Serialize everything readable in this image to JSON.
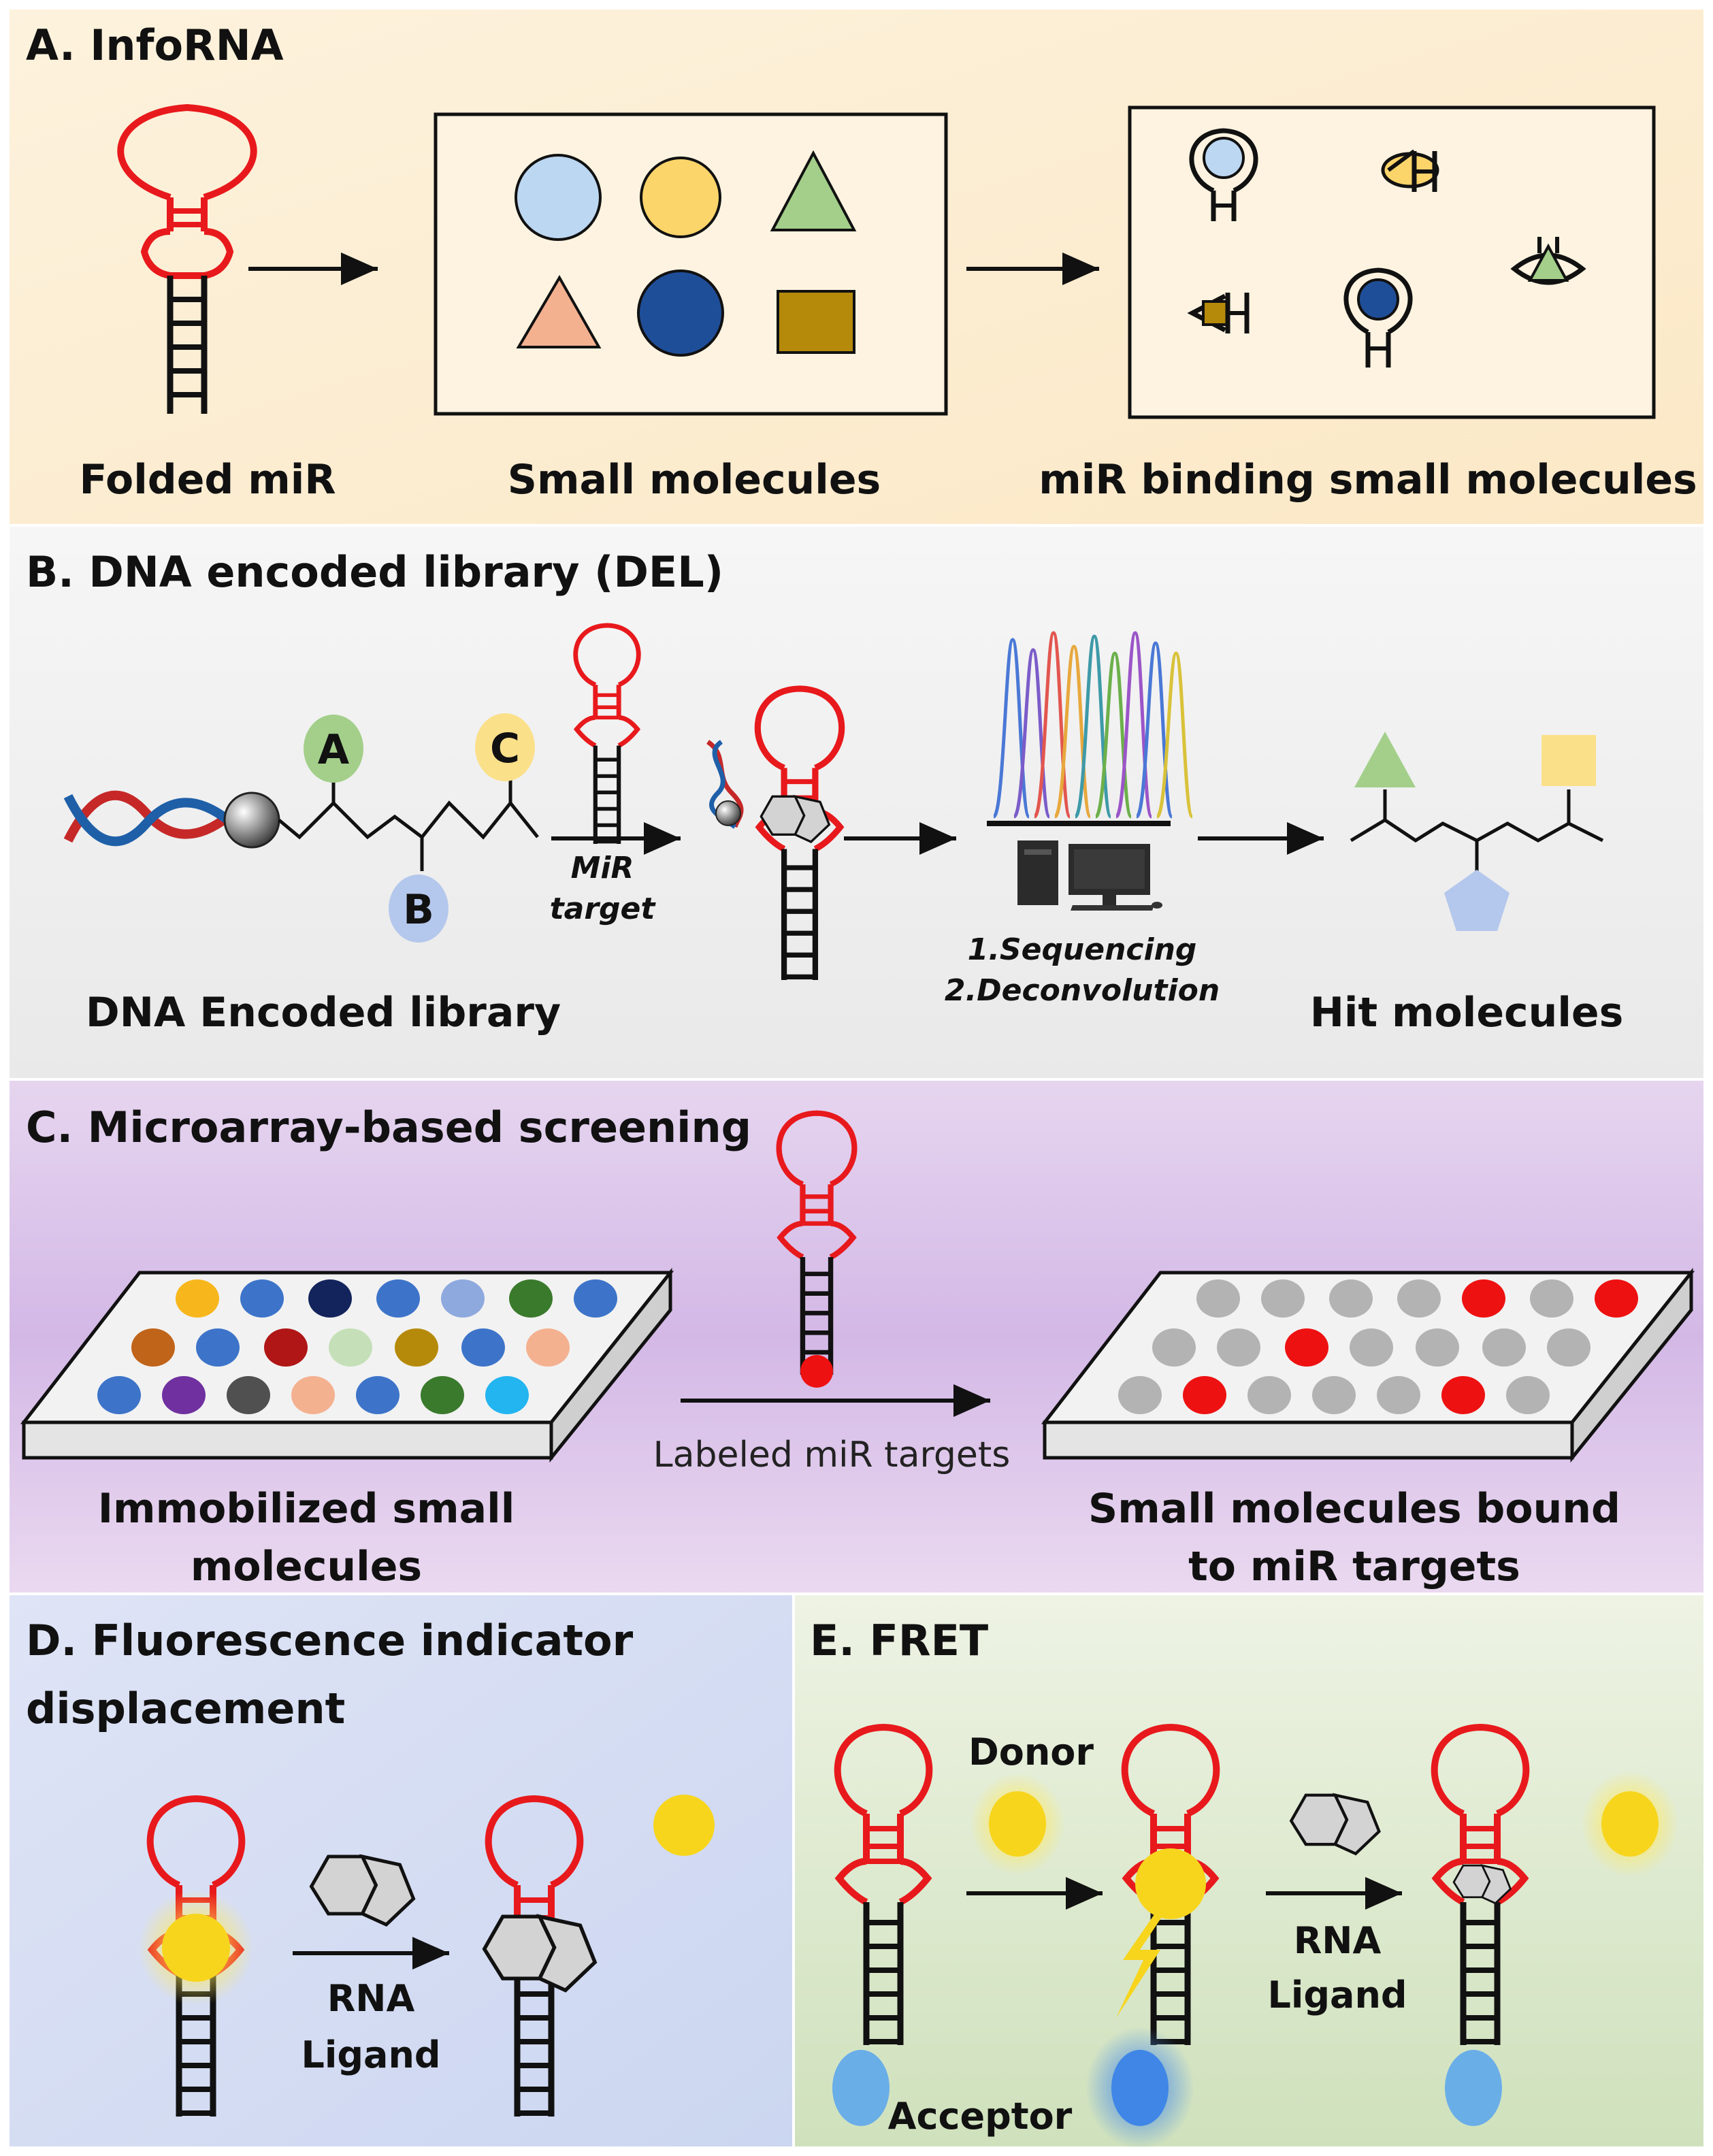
{
  "panels": {
    "a": {
      "title": "A. InfoRNA",
      "label_folded": "Folded miR",
      "label_small": "Small molecules",
      "label_binding": "miR binding small molecules"
    },
    "b": {
      "title": "B. DNA encoded library (DEL)",
      "letter_a": "A",
      "letter_b": "B",
      "letter_c": "C",
      "arrow_line1": "MiR",
      "arrow_line2": "target",
      "step1": "1.Sequencing",
      "step2": "2.Deconvolution",
      "label_library": "DNA Encoded library",
      "label_hits": "Hit molecules"
    },
    "c": {
      "title": "C. Microarray-based screening",
      "arrow_label": "Labeled miR targets",
      "left_line1": "Immobilized small",
      "left_line2": "molecules",
      "right_line1": "Small molecules bound",
      "right_line2": "to miR targets"
    },
    "d": {
      "title_line1": "D. Fluorescence indicator",
      "title_line2": "displacement",
      "arrow_line1": "RNA",
      "arrow_line2": "Ligand"
    },
    "e": {
      "title": "E. FRET",
      "donor": "Donor",
      "acceptor": "Acceptor",
      "arrow_line1": "RNA",
      "arrow_line2": "Ligand"
    }
  },
  "colors": {
    "rna_loop": "#e8191c",
    "stem": "#111111",
    "yellow": "#f7d51d",
    "light_blue": "#bcd7f2",
    "pale_yellow": "#fbd46a",
    "green": "#a3cf8a",
    "salmon": "#f4b190",
    "navy": "#1f4e99",
    "brown": "#b58a0a",
    "acceptor_blue": "#6aaee8"
  }
}
